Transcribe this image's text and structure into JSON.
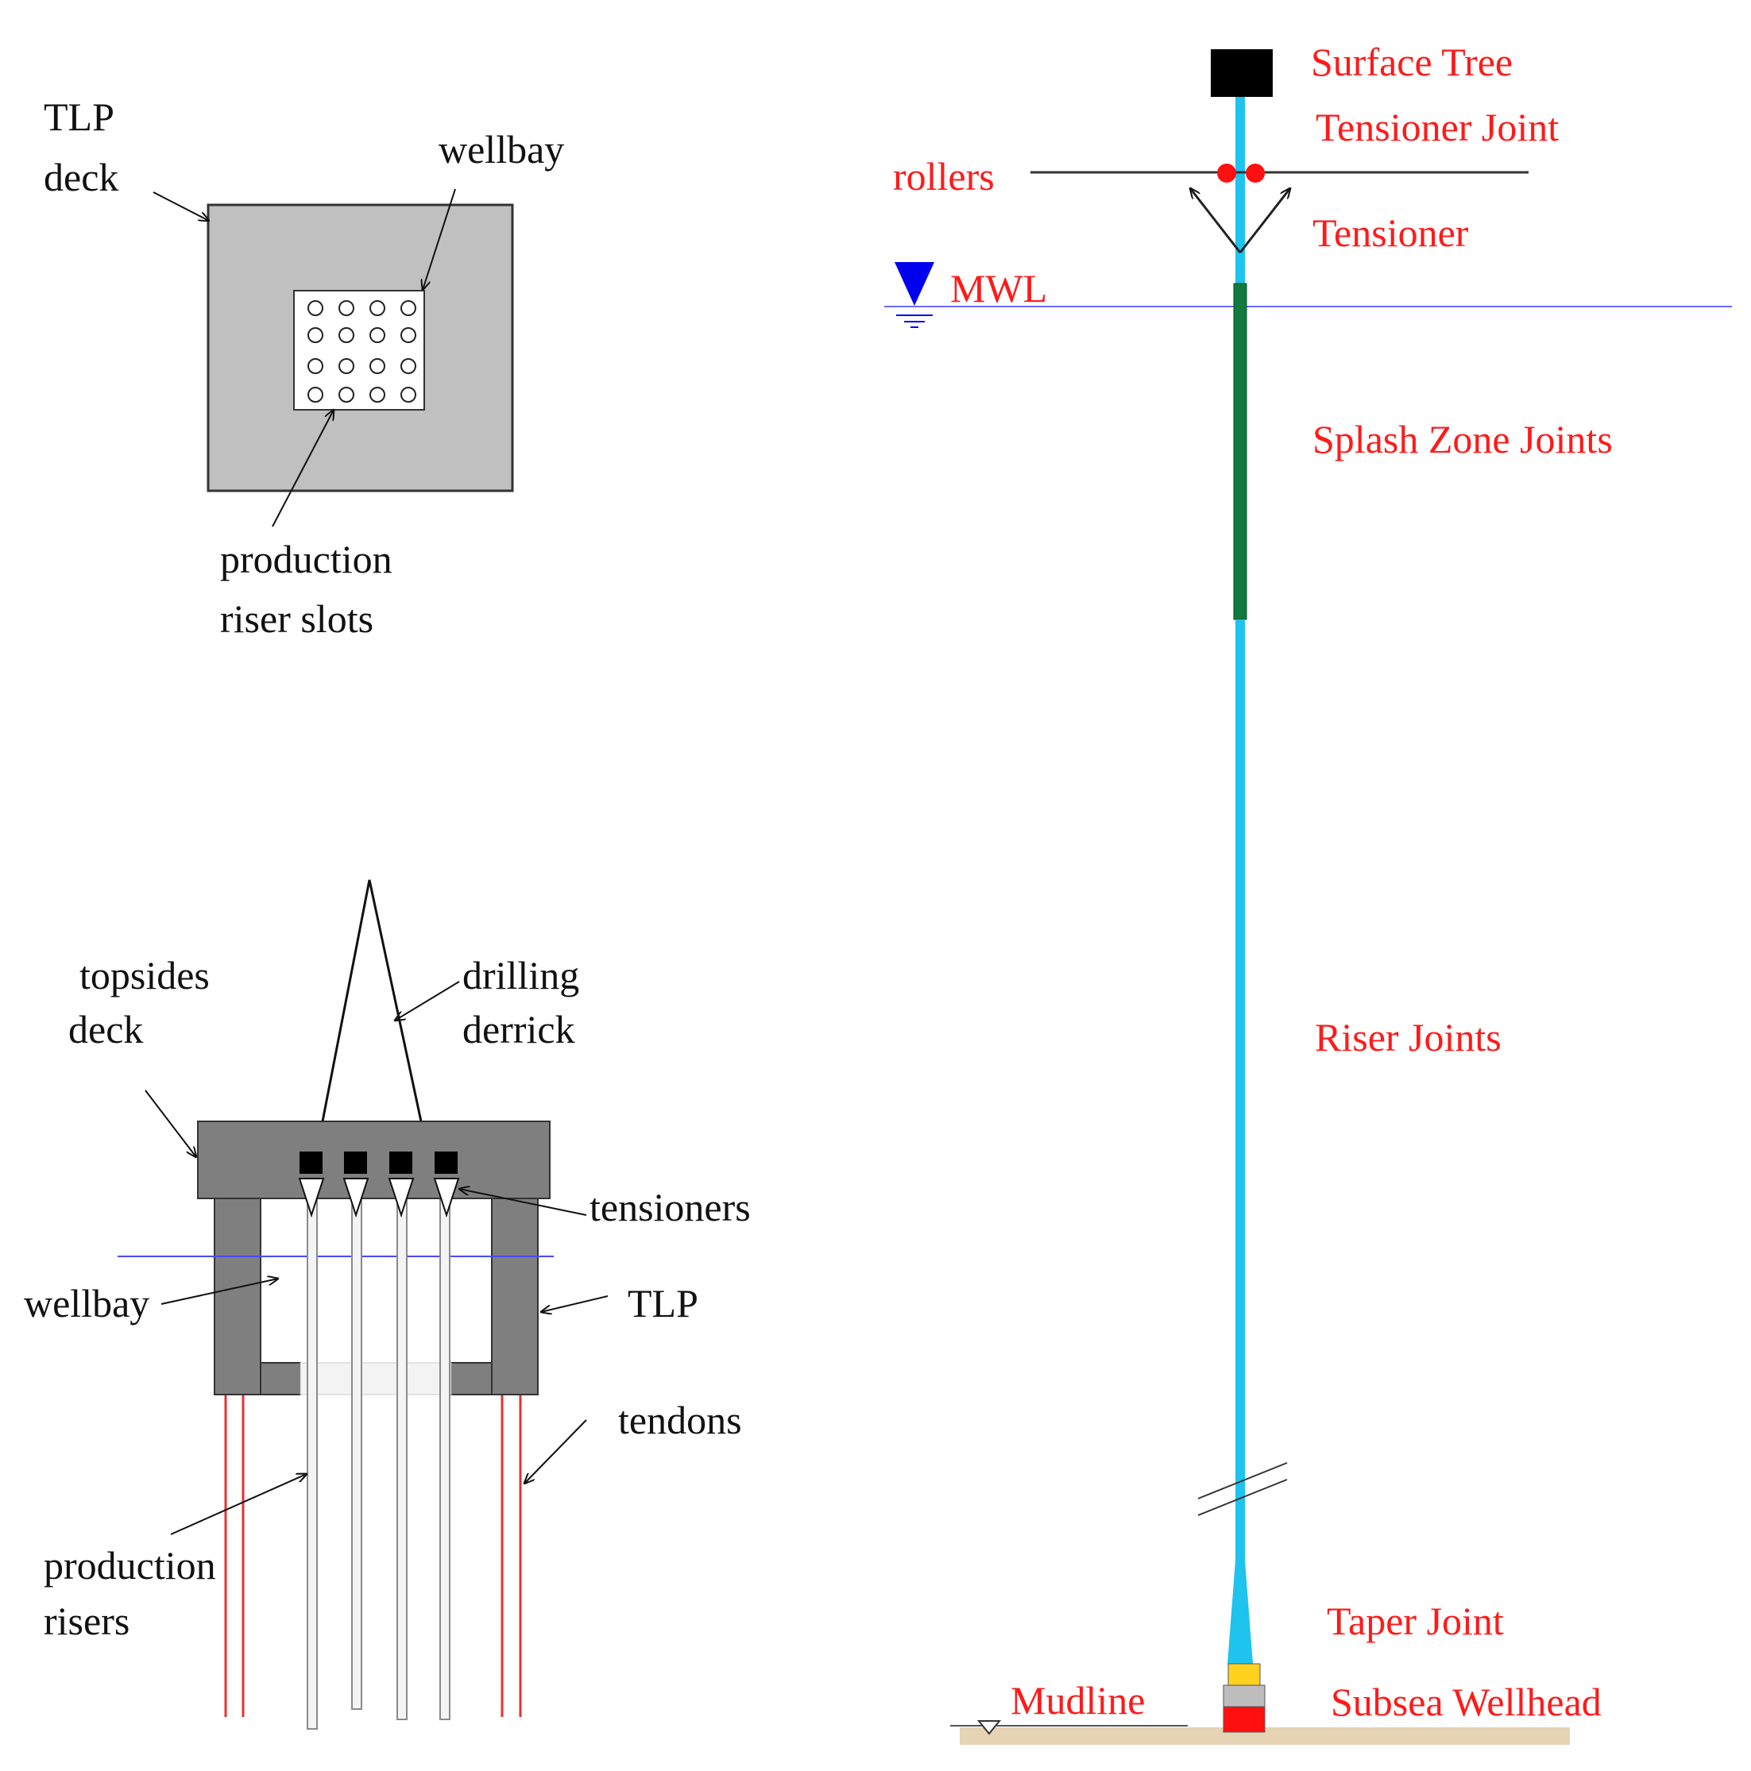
{
  "colors": {
    "label_red": "#ff1a1a",
    "label_black": "#111111",
    "riser_cyan": "#1ec3ee",
    "splash_green": "#117a3e",
    "deck_gray": "#c0c0c0",
    "topsides_gray": "#7f7f7f",
    "waterline_blue": "#4a4aff",
    "mwl_blue": "#0000ee",
    "tendon_red": "#e83030",
    "seabed_tan": "#e5d3b3",
    "wellhead_yellow": "#ffd21f",
    "wellhead_gray": "#bdbdbd",
    "wellhead_red": "#ff1010"
  },
  "plan_view": {
    "label_tlp": "TLP",
    "label_deck": "deck",
    "label_wellbay": "wellbay",
    "label_slots_line1": "production",
    "label_slots_line2": "riser slots"
  },
  "elevation_view": {
    "label_topsides_line1": "topsides",
    "label_topsides_line2": "deck",
    "label_derrick_line1": "drilling",
    "label_derrick_line2": "derrick",
    "label_tensioners": "tensioners",
    "label_wellbay": "wellbay",
    "label_tlp": "TLP",
    "label_tendons": "tendons",
    "label_risers_line1": "production",
    "label_risers_line2": "risers"
  },
  "riser_stack": {
    "label_surface_tree": "Surface Tree",
    "label_tensioner_joint": "Tensioner Joint",
    "label_rollers": "rollers",
    "label_tensioner": "Tensioner",
    "label_mwl": "MWL",
    "label_splash_zone": "Splash Zone Joints",
    "label_riser_joints": "Riser Joints",
    "label_taper_joint": "Taper Joint",
    "label_mudline": "Mudline",
    "label_subsea_wellhead": "Subsea Wellhead"
  }
}
